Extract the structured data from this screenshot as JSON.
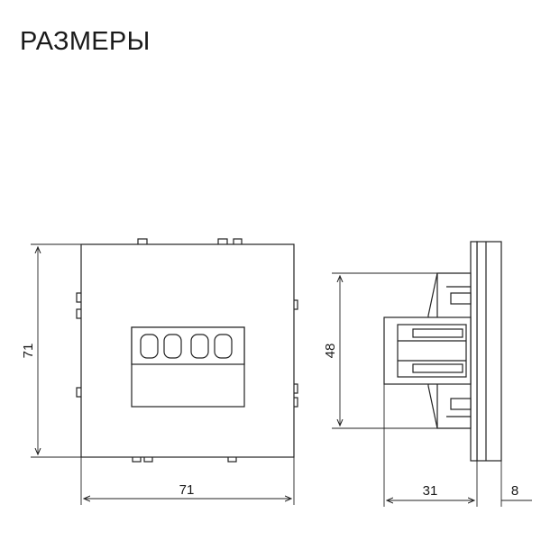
{
  "title": "РАЗМЕРЫ",
  "dimensions": {
    "front_height": "71",
    "front_width": "71",
    "side_height": "48",
    "side_depth": "31",
    "side_plate": "8"
  }
}
